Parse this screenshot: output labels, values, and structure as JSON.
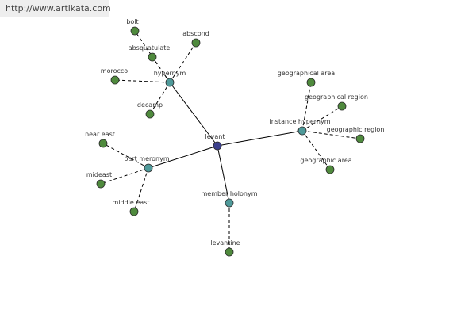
{
  "site": {
    "url": "http://www.artikata.com"
  },
  "colors": {
    "center": "#3b3f8c",
    "relation": "#4f9a9a",
    "leaf": "#4f8a3d"
  },
  "nodes": [
    {
      "id": "levant",
      "label": "levant",
      "kind": "center"
    },
    {
      "id": "hypernym",
      "label": "hypernym",
      "kind": "relation"
    },
    {
      "id": "part-meronym",
      "label": "part meronym",
      "kind": "relation"
    },
    {
      "id": "member-holonym",
      "label": "member holonym",
      "kind": "relation"
    },
    {
      "id": "instance-hypernym",
      "label": "instance hypernym",
      "kind": "relation"
    },
    {
      "id": "bolt",
      "label": "bolt",
      "kind": "leaf"
    },
    {
      "id": "abscond",
      "label": "abscond",
      "kind": "leaf"
    },
    {
      "id": "absquatulate",
      "label": "absquatulate",
      "kind": "leaf"
    },
    {
      "id": "morocco",
      "label": "morocco",
      "kind": "leaf"
    },
    {
      "id": "decamp",
      "label": "decamp",
      "kind": "leaf"
    },
    {
      "id": "near-east",
      "label": "near east",
      "kind": "leaf"
    },
    {
      "id": "mideast",
      "label": "mideast",
      "kind": "leaf"
    },
    {
      "id": "middle-east",
      "label": "middle east",
      "kind": "leaf"
    },
    {
      "id": "levantine",
      "label": "levantine",
      "kind": "leaf"
    },
    {
      "id": "geographical-area",
      "label": "geographical area",
      "kind": "leaf"
    },
    {
      "id": "geographical-region",
      "label": "geographical region",
      "kind": "leaf"
    },
    {
      "id": "geographic-region",
      "label": "geographic region",
      "kind": "leaf"
    },
    {
      "id": "geographic-area",
      "label": "geographic area",
      "kind": "leaf"
    }
  ],
  "edges": [
    {
      "from": "levant",
      "to": "hypernym",
      "style": "solid"
    },
    {
      "from": "levant",
      "to": "part-meronym",
      "style": "solid"
    },
    {
      "from": "levant",
      "to": "member-holonym",
      "style": "solid"
    },
    {
      "from": "levant",
      "to": "instance-hypernym",
      "style": "solid"
    },
    {
      "from": "hypernym",
      "to": "bolt",
      "style": "dashed"
    },
    {
      "from": "hypernym",
      "to": "abscond",
      "style": "dashed"
    },
    {
      "from": "hypernym",
      "to": "absquatulate",
      "style": "dashed"
    },
    {
      "from": "hypernym",
      "to": "morocco",
      "style": "dashed"
    },
    {
      "from": "hypernym",
      "to": "decamp",
      "style": "dashed"
    },
    {
      "from": "part-meronym",
      "to": "near-east",
      "style": "dashed"
    },
    {
      "from": "part-meronym",
      "to": "mideast",
      "style": "dashed"
    },
    {
      "from": "part-meronym",
      "to": "middle-east",
      "style": "dashed"
    },
    {
      "from": "member-holonym",
      "to": "levantine",
      "style": "dashed"
    },
    {
      "from": "instance-hypernym",
      "to": "geographical-area",
      "style": "dashed"
    },
    {
      "from": "instance-hypernym",
      "to": "geographical-region",
      "style": "dashed"
    },
    {
      "from": "instance-hypernym",
      "to": "geographic-region",
      "style": "dashed"
    },
    {
      "from": "instance-hypernym",
      "to": "geographic-area",
      "style": "dashed"
    }
  ]
}
